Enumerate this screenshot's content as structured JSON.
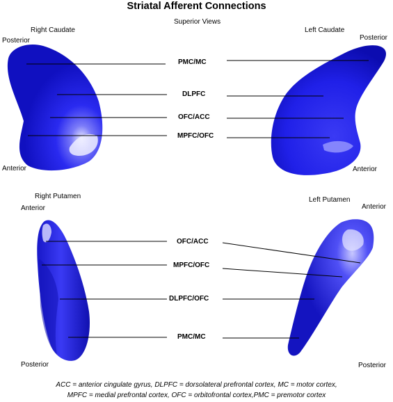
{
  "title": "Striatal Afferent Connections",
  "subtitle": "Superior Views",
  "caudate": {
    "right_label": "Right Caudate",
    "left_label": "Left Caudate",
    "posterior_left": "Posterior",
    "posterior_right": "Posterior",
    "anterior_left": "Anterior",
    "anterior_right": "Anterior",
    "regions": [
      "PMC/MC",
      "DLPFC",
      "OFC/ACC",
      "MPFC/OFC"
    ]
  },
  "putamen": {
    "right_label": "Right Putamen",
    "left_label": "Left Putamen",
    "anterior_left": "Anterior",
    "anterior_right": "Anterior",
    "posterior_left": "Posterior",
    "posterior_right": "Posterior",
    "regions": [
      "OFC/ACC",
      "MPFC/OFC",
      "DLPFC/OFC",
      "PMC/MC"
    ]
  },
  "footnote": {
    "line1": "ACC = anterior cingulate gyrus, DLPFC = dorsolateral prefrontal cortex, MC = motor cortex,",
    "line2": "MPFC = medial prefrontal cortex,  OFC = orbitofrontal cortex,PMC = premotor cortex"
  },
  "colors": {
    "structure": "#2222ee",
    "highlight": "#dcdcff",
    "shade": "#0c0c9c"
  }
}
